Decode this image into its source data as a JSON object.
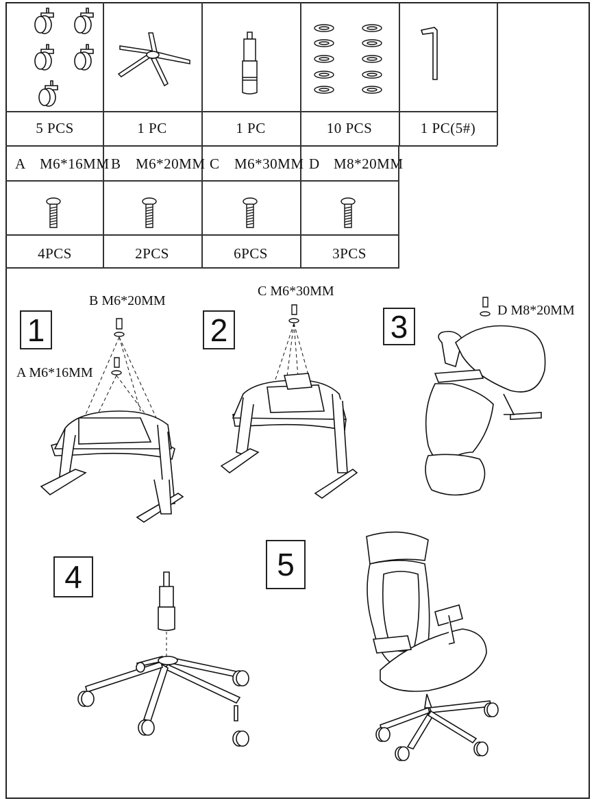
{
  "parts_row": [
    {
      "qty": "5 PCS",
      "icon": "caster-wheel-icon"
    },
    {
      "qty": "1 PC",
      "icon": "star-base-icon"
    },
    {
      "qty": "1 PC",
      "icon": "gas-cylinder-icon"
    },
    {
      "qty": "10 PCS",
      "icon": "washer-icon"
    },
    {
      "qty": "1  PC(5#)",
      "icon": "hex-key-icon"
    }
  ],
  "screws": [
    {
      "id": "A",
      "size": "M6*16MM",
      "qty": "4PCS"
    },
    {
      "id": "B",
      "size": "M6*20MM",
      "qty": "2PCS"
    },
    {
      "id": "C",
      "size": "M6*30MM",
      "qty": "6PCS"
    },
    {
      "id": "D",
      "size": "M8*20MM",
      "qty": "3PCS"
    }
  ],
  "steps": {
    "s1": {
      "num": "1",
      "label_b": "B   M6*20MM",
      "label_a": "A   M6*16MM"
    },
    "s2": {
      "num": "2",
      "label_c": "C   M6*30MM"
    },
    "s3": {
      "num": "3",
      "label_d": "D   M8*20MM"
    },
    "s4": {
      "num": "4"
    },
    "s5": {
      "num": "5"
    }
  }
}
